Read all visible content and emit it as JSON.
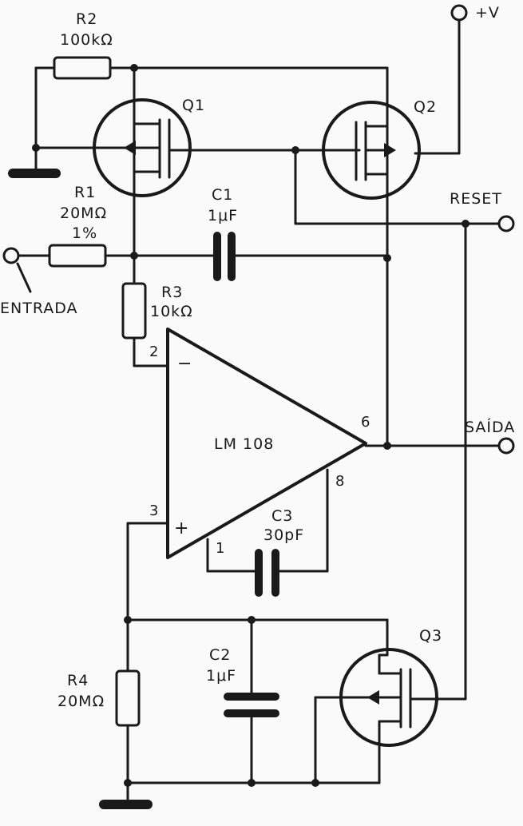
{
  "components": {
    "r2": {
      "name": "R2",
      "value": "100kΩ"
    },
    "r1": {
      "name": "R1",
      "value": "20MΩ",
      "tolerance": "1%"
    },
    "r3": {
      "name": "R3",
      "value": "10kΩ"
    },
    "r4": {
      "name": "R4",
      "value": "20MΩ"
    },
    "c1": {
      "name": "C1",
      "value": "1μF"
    },
    "c2": {
      "name": "C2",
      "value": "1μF"
    },
    "c3": {
      "name": "C3",
      "value": "30pF"
    },
    "q1": {
      "name": "Q1"
    },
    "q2": {
      "name": "Q2"
    },
    "q3": {
      "name": "Q3"
    },
    "opamp": {
      "name": "LM 108"
    }
  },
  "pins": {
    "inv": "2",
    "noninv": "3",
    "out": "6",
    "comp1": "1",
    "comp8": "8",
    "inv_sign": "−",
    "noninv_sign": "+"
  },
  "terminals": {
    "vplus": "+V",
    "reset": "RESET",
    "input": "ENTRADA",
    "output": "SAÍDA"
  }
}
